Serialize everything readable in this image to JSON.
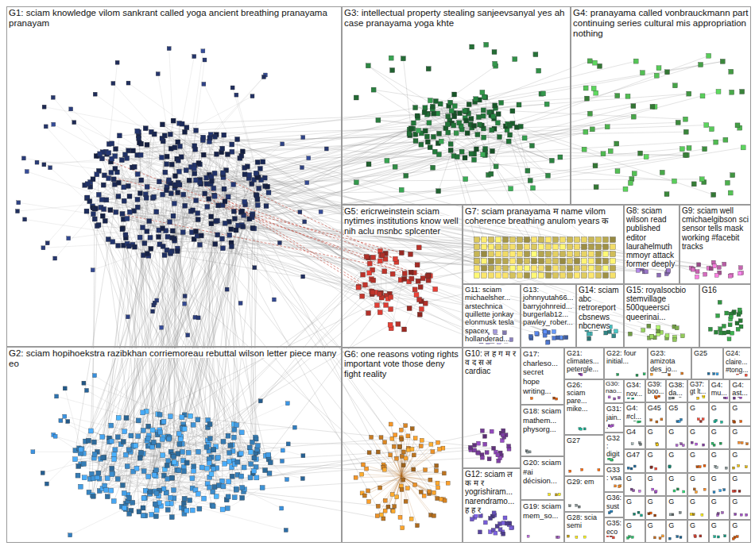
{
  "diagram": {
    "nodes": [
      {
        "text": [
          "G1: sciam knowledge vilom sankrant called yoga ancient breathing pranayama pranayam"
        ]
      },
      {
        "text": [
          "G3: intellectual property stealing sanjeevsanyal yes ah case pranayama yoga khte"
        ]
      },
      {
        "text": [
          "G4: pranayama called vonbrauckmann part continuing series cultural mis appropriation nothing"
        ]
      },
      {
        "text": [
          "G5: ericrweinstein sciam nytimes institutions know well nih aclu msnbc splcenter"
        ]
      },
      {
        "text": [
          "G7: sciam pranayama म name vilom coherence breathing anulom years क"
        ]
      },
      {
        "text": [
          "G8: sciam wilson read published editor laurahelmuth mmoyr attack former deeply"
        ]
      },
      {
        "text": [
          "G9: sciam well cmichaelgibson sci sensor tells mask working #facebit tracks"
        ]
      },
      {
        "text": [
          "G11: sciam michaelsher... arstechnica quillette jonkay elonmusk tesla spacex hollanderad..."
        ]
      },
      {
        "text": [
          "G13: johnnyutah66... barryjohnreid... burgerlab12... pawley_rober..."
        ]
      },
      {
        "text": [
          "G14: sciam abc retroreport cbsnews nbcnews"
        ]
      },
      {
        "text": [
          "G15: royalsocbio stemvillage 500queersci queerinai..."
        ]
      },
      {
        "text": [
          "G16"
        ]
      },
      {
        "text": [
          "G2: sciam hopihoekstra razibkhan corriemoreau rebuttal wilson letter piece many eo"
        ]
      },
      {
        "text": [
          "G6: one reasons voting rights important vote those deny fight reality"
        ]
      },
      {
        "text": [
          "G10: ल ह ग म र व द स अ cardiac"
        ]
      },
      {
        "text": [
          "G12: sciam ल क म र yogrishiram... narendramo... ह ह र"
        ]
      },
      {
        "text": [
          "G17: charleso... secret hope writing..."
        ]
      },
      {
        "text": [
          "G18: sciam mathem... physorg..."
        ]
      },
      {
        "text": [
          "G20: sciam #ai décision..."
        ]
      },
      {
        "text": [
          "G19: sciam mem_so..."
        ]
      },
      {
        "text": [
          "G21: climates... petergle..."
        ]
      },
      {
        "text": [
          "G22: four initial..."
        ]
      },
      {
        "text": [
          "G23: amizota des_jo..."
        ]
      },
      {
        "text": [
          "G25"
        ]
      },
      {
        "text": [
          "G24: claire... #tong..."
        ]
      },
      {
        "text": [
          "G26: sciam pare... mike..."
        ]
      },
      {
        "text": [
          "G27"
        ]
      },
      {
        "text": [
          "G29: em"
        ]
      },
      {
        "text": [
          "G28: scia semi"
        ]
      },
      {
        "text": [
          "G30: nao..."
        ]
      },
      {
        "text": [
          "G31: jain..."
        ]
      },
      {
        "text": [
          "G32: digit"
        ]
      },
      {
        "text": [
          "G33: vsa"
        ]
      },
      {
        "text": [
          "G36: sust"
        ]
      },
      {
        "text": [
          "G35: eco"
        ]
      },
      {
        "text": [
          "G34: nov..."
        ]
      },
      {
        "text": [
          "G39: boo..."
        ]
      },
      {
        "text": [
          "G38: da..."
        ]
      },
      {
        "text": [
          "G37: gt lt..."
        ]
      },
      {
        "text": [
          "G4: mu..."
        ]
      },
      {
        "text": [
          "G4: ast..."
        ]
      },
      {
        "text": [
          "G4: #cl..."
        ]
      },
      {
        "text": [
          "G45"
        ]
      },
      {
        "text": [
          "G5"
        ]
      },
      {
        "text": [
          "G"
        ]
      },
      {
        "text": [
          "G"
        ]
      },
      {
        "text": [
          "G"
        ]
      },
      {
        "text": [
          "G4"
        ]
      },
      {
        "text": [
          "G"
        ]
      },
      {
        "text": [
          "G"
        ]
      },
      {
        "text": [
          "G"
        ]
      },
      {
        "text": [
          "G"
        ]
      },
      {
        "text": [
          "G"
        ]
      },
      {
        "text": [
          "G47"
        ]
      },
      {
        "text": [
          "G"
        ]
      },
      {
        "text": [
          "G"
        ]
      },
      {
        "text": [
          "G"
        ]
      },
      {
        "text": [
          "G"
        ]
      },
      {
        "text": [
          "G"
        ]
      },
      {
        "text": [
          "G"
        ]
      },
      {
        "text": [
          "G"
        ]
      },
      {
        "text": [
          "G"
        ]
      },
      {
        "text": [
          "G"
        ]
      },
      {
        "text": [
          "G"
        ]
      },
      {
        "text": [
          "G"
        ]
      },
      {
        "text": [
          "G"
        ]
      },
      {
        "text": [
          "G"
        ]
      },
      {
        "text": [
          "G"
        ]
      },
      {
        "text": [
          "G"
        ]
      },
      {
        "text": [
          "G"
        ]
      },
      {
        "text": [
          "G"
        ]
      },
      {
        "text": [
          "G"
        ]
      },
      {
        "text": [
          "G"
        ]
      },
      {
        "text": [
          "G"
        ]
      },
      {
        "text": [
          "G"
        ]
      },
      {
        "text": [
          "G"
        ]
      },
      {
        "text": [
          "G"
        ]
      }
    ]
  }
}
